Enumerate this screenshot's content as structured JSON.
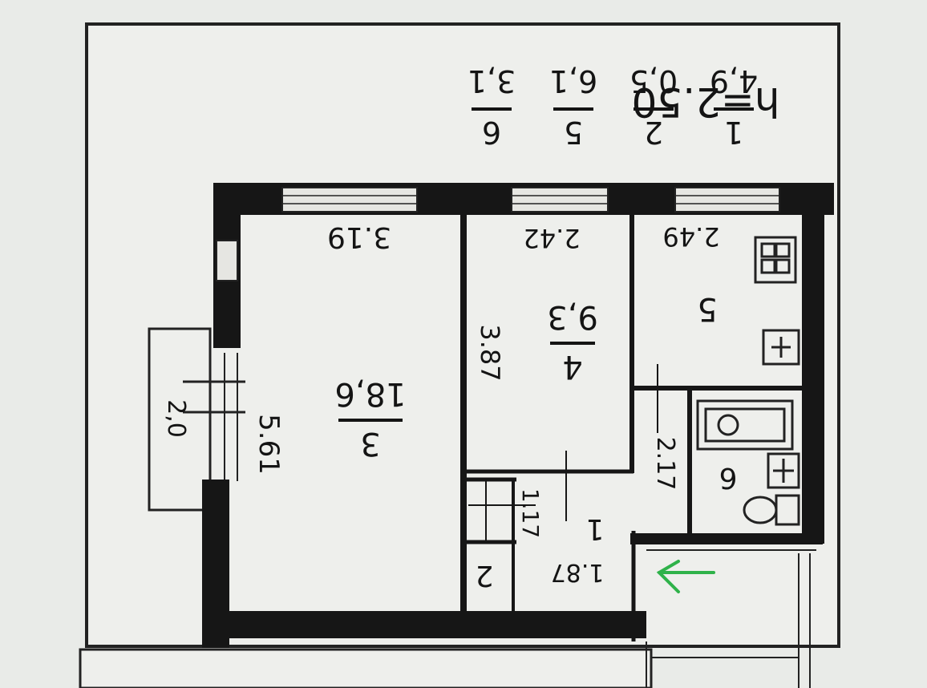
{
  "header": {
    "ceiling_height": "h=2.50",
    "legend": [
      {
        "room": "1",
        "area": "4,9"
      },
      {
        "room": "2",
        "area": "0,5"
      },
      {
        "room": "5",
        "area": "6,1"
      },
      {
        "room": "6",
        "area": "3,1"
      }
    ]
  },
  "rooms": {
    "room3": {
      "number": "3",
      "area": "18,6"
    },
    "room4": {
      "number": "4",
      "area": "9,3"
    },
    "room5": {
      "number": "5"
    },
    "room6": {
      "number": "6"
    },
    "room1": {
      "number": "1"
    },
    "room2": {
      "number": "2"
    }
  },
  "dimensions": {
    "room3_width": "3.19",
    "room3_length": "5.61",
    "room4_width": "2.42",
    "room4_length": "3.87",
    "room5_width": "2.49",
    "corridor_length": "2.17",
    "hall_width": "1.87",
    "hall_small": "1.17",
    "balcony": "2,0"
  },
  "colors": {
    "wall": "#161616",
    "paper": "#e9ebe8",
    "entrance_arrow": "#2fb24a"
  },
  "icons": [
    "stove-icon",
    "sink-icon",
    "bathtub-icon",
    "toilet-icon",
    "washbasin-icon",
    "entrance-arrow-icon"
  ]
}
